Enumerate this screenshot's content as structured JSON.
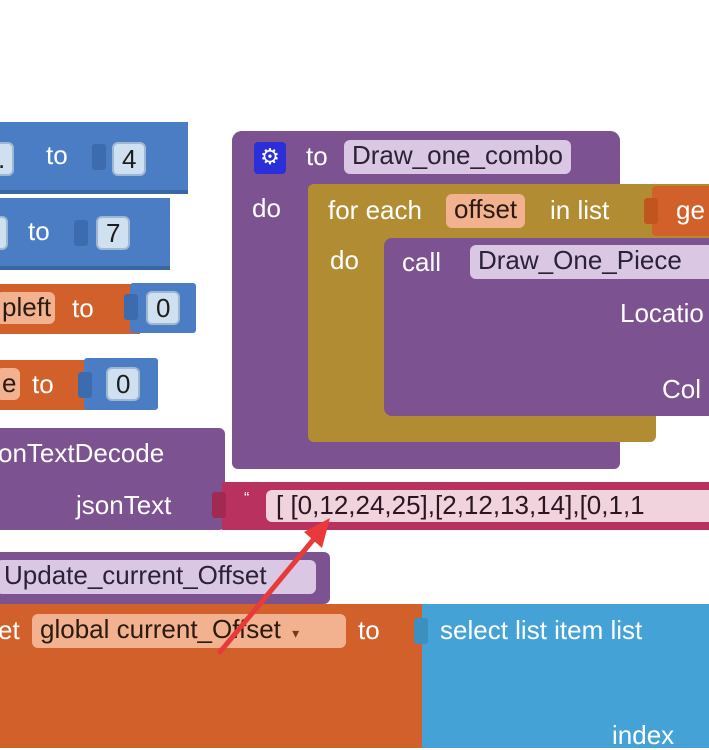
{
  "colors": {
    "blue": "#4a7dc4",
    "purple": "#7c5290",
    "olive": "#b18c32",
    "orange": "#d2602a",
    "magenta": "#b8315f",
    "lightblue": "#45a2d6",
    "arrow": "#e83a3a"
  },
  "blue_blocks": [
    {
      "left_fragment": ".",
      "to_label": "to",
      "value": "4"
    },
    {
      "left_fragment": "",
      "to_label": "to",
      "value": "7"
    }
  ],
  "orange_blocks": [
    {
      "left_fragment": "pleft",
      "to_label": "to",
      "value": "0"
    },
    {
      "left_fragment": "e",
      "to_label": "to",
      "value": "0"
    }
  ],
  "procedure": {
    "settings_icon": "gear-icon",
    "to_label": "to",
    "name": "Draw_one_combo",
    "do_label": "do",
    "for_each": {
      "label": "for each",
      "variable": "offset",
      "in_list_label": "in list",
      "list_fragment": "ge",
      "do_label": "do",
      "call": {
        "call_label": "call",
        "procedure_name": "Draw_One_Piece",
        "arg1_label": "Locatio",
        "arg2_label": "Col"
      }
    }
  },
  "json_decode": {
    "title_fragment": "onTextDecode",
    "param_label": "jsonText",
    "quote_mark": "“",
    "text_value": "[  [0,12,24,25],[2,12,13,14],[0,1,1"
  },
  "update_call": {
    "name": "Update_current_Offset"
  },
  "set_block": {
    "set_fragment": "et",
    "variable": "global current_Offset",
    "dropdown_icon": "chevron-down-icon",
    "to_label": "to",
    "select_label": "select list item  list",
    "index_label": "index"
  },
  "annotation": {
    "arrow_icon": "red-arrow-icon"
  }
}
